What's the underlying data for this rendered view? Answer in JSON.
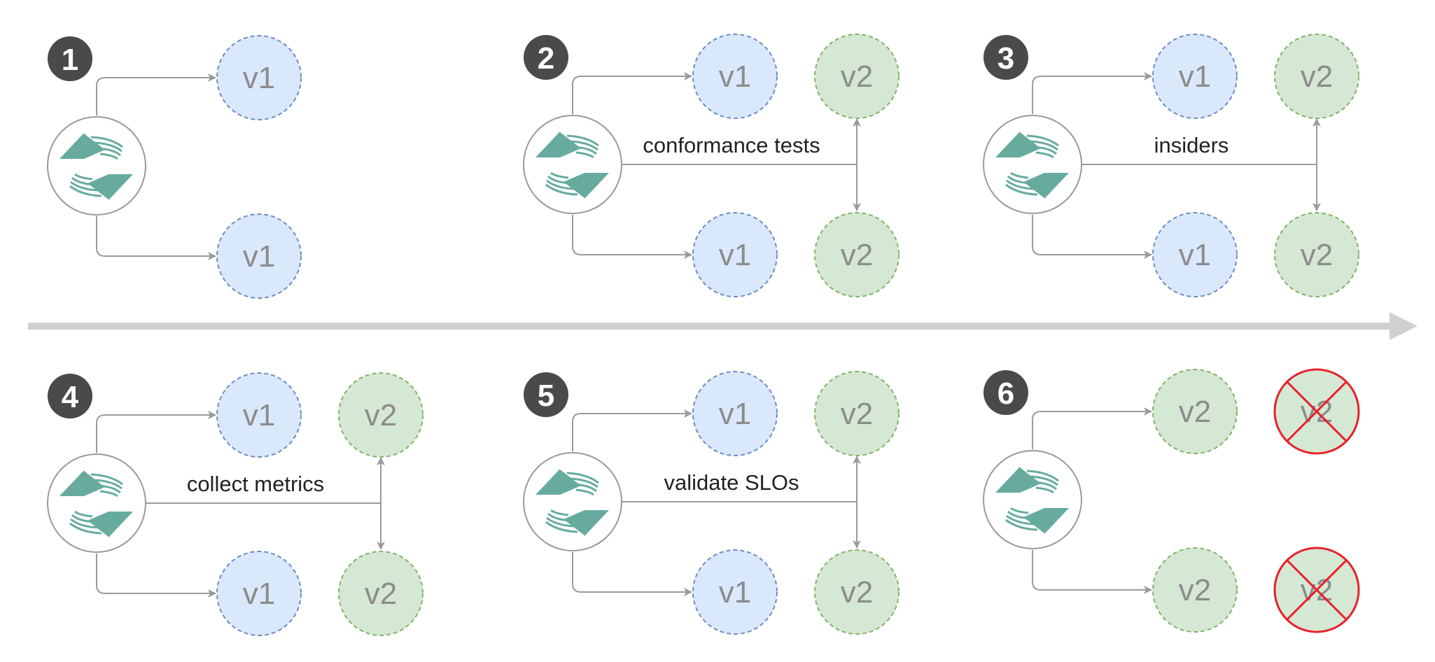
{
  "colors": {
    "badge": "#4a4a4a",
    "connector": "#9a9a9a",
    "timeline": "#d0d0d0",
    "v1_fill": "#dae8fc",
    "v1_stroke": "#6c8ebf",
    "v2_fill": "#d5e8d4",
    "v2_stroke": "#82b366",
    "removed": "#e8202a",
    "logo": "#67ab9f"
  },
  "icons": {
    "controller_logo": "controller-logo-icon",
    "remove_mark": "remove-cross-icon"
  },
  "steps": [
    {
      "number": "1",
      "label": "",
      "top": [
        "v1"
      ],
      "bottom": [
        "v1"
      ]
    },
    {
      "number": "2",
      "label": "conformance tests",
      "top": [
        "v1",
        "v2"
      ],
      "bottom": [
        "v1",
        "v2"
      ]
    },
    {
      "number": "3",
      "label": "insiders",
      "top": [
        "v1",
        "v2"
      ],
      "bottom": [
        "v1",
        "v2"
      ]
    },
    {
      "number": "4",
      "label": "collect metrics",
      "top": [
        "v1",
        "v2"
      ],
      "bottom": [
        "v1",
        "v2"
      ]
    },
    {
      "number": "5",
      "label": "validate SLOs",
      "top": [
        "v1",
        "v2"
      ],
      "bottom": [
        "v1",
        "v2"
      ]
    },
    {
      "number": "6",
      "label": "",
      "top": [
        "v2",
        "v2"
      ],
      "bottom": [
        "v2",
        "v2"
      ],
      "removed_second_column": true
    }
  ]
}
